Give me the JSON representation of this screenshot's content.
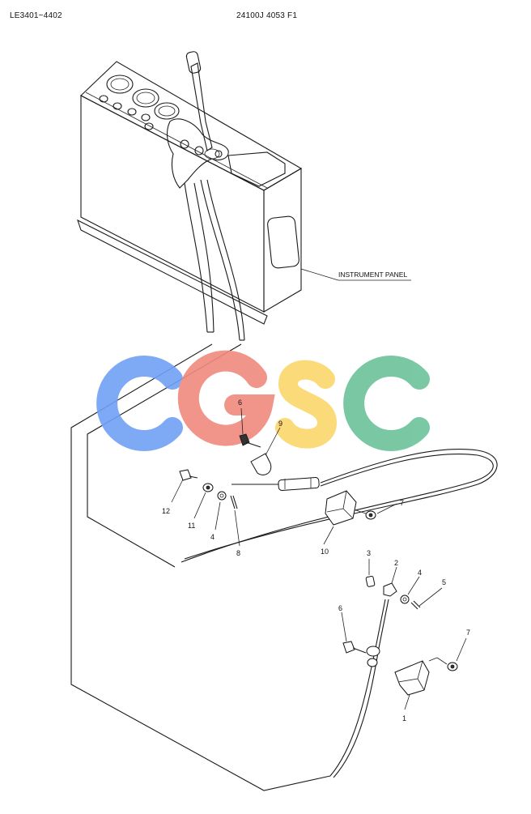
{
  "header": {
    "left": "LE3401~4402",
    "center": "24100J 4053 F1"
  },
  "labels": {
    "instrument_panel": "INSTRUMENT PANEL"
  },
  "watermark": {
    "text": "CGSC",
    "colors": [
      "#6fa0f5",
      "#f08a7e",
      "#fbd66c",
      "#6cc39a"
    ]
  },
  "callouts": [
    {
      "id": "c6a",
      "text": "6"
    },
    {
      "id": "c9",
      "text": "9"
    },
    {
      "id": "c12",
      "text": "12"
    },
    {
      "id": "c11",
      "text": "11"
    },
    {
      "id": "c4a",
      "text": "4"
    },
    {
      "id": "c8",
      "text": "8"
    },
    {
      "id": "c10",
      "text": "10"
    },
    {
      "id": "c7a",
      "text": "7"
    },
    {
      "id": "c3",
      "text": "3"
    },
    {
      "id": "c2",
      "text": "2"
    },
    {
      "id": "c4b",
      "text": "4"
    },
    {
      "id": "c5",
      "text": "5"
    },
    {
      "id": "c6b",
      "text": "6"
    },
    {
      "id": "c7b",
      "text": "7"
    },
    {
      "id": "c1",
      "text": "1"
    }
  ]
}
